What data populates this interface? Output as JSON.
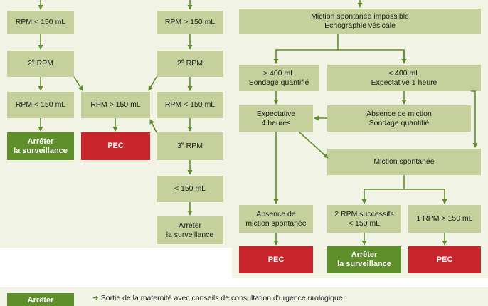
{
  "colors": {
    "panel": "#f1f3e4",
    "box": "#c5d09c",
    "stop": "#5f8f2a",
    "pec": "#c9252c",
    "arrow": "#5f8f2a"
  },
  "col1": {
    "rpm_lt150": "RPM < 150 mL",
    "second_rpm": "RPM",
    "second_rpm_ordinal": "2",
    "second_rpm_sup": "e",
    "rpm_lt150_b": "RPM < 150 mL",
    "stop": "Arrêter\nla surveillance"
  },
  "col2": {
    "rpm_gt150": "RPM > 150 mL",
    "pec": "PEC"
  },
  "col3": {
    "rpm_gt150": "RPM > 150 mL",
    "second_rpm_ordinal": "2",
    "second_rpm_sup": "e",
    "second_rpm": "RPM",
    "rpm_lt150": "RPM < 150 mL",
    "third_rpm_ordinal": "3",
    "third_rpm_sup": "e",
    "third_rpm": "RPM",
    "lt150": "< 150 mL",
    "stop": "Arrêter\nla surveillance"
  },
  "right": {
    "top": "Miction spontanée impossible\nÉchographie vésicale",
    "gt400": "> 400 mL\nSondage quantifié",
    "lt400": "< 400 mL\nExpectative 1 heure",
    "expectative4": "Expectative\n4 heures",
    "absence_sondage": "Absence de miction\nSondage quantifié",
    "miction_spontanee": "Miction spontanée",
    "absence_miction_spontanee": "Absence de\nmiction spontanée",
    "two_rpm": "2 RPM successifs\n< 150 mL",
    "one_rpm": "1 RPM > 150 mL",
    "pec_left": "PEC",
    "stop": "Arrêter\nla surveillance",
    "pec_right": "PEC"
  },
  "footer": {
    "stop_label": "Arrêter",
    "text": "Sortie de la maternité avec conseils de consultation d'urgence urologique :"
  }
}
